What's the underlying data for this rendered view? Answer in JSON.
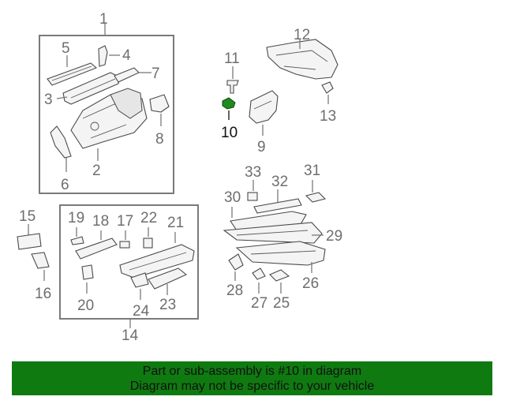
{
  "callouts": {
    "c1": "1",
    "c2": "2",
    "c3": "3",
    "c4": "4",
    "c5": "5",
    "c6": "6",
    "c7": "7",
    "c8": "8",
    "c9": "9",
    "c10": "10",
    "c11": "11",
    "c12": "12",
    "c13": "13",
    "c14": "14",
    "c15": "15",
    "c16": "16",
    "c17": "17",
    "c18": "18",
    "c19": "19",
    "c20": "20",
    "c21": "21",
    "c22": "22",
    "c23": "23",
    "c24": "24",
    "c25": "25",
    "c26": "26",
    "c27": "27",
    "c28": "28",
    "c29": "29",
    "c30": "30",
    "c31": "31",
    "c32": "32",
    "c33": "33"
  },
  "highlighted_part": "10",
  "colors": {
    "highlight": "#1f8a1f",
    "banner": "#0f7a10"
  },
  "banner": {
    "line1": "Part or sub-assembly is #10 in diagram",
    "line2": "Diagram may not be specific to your vehicle"
  }
}
